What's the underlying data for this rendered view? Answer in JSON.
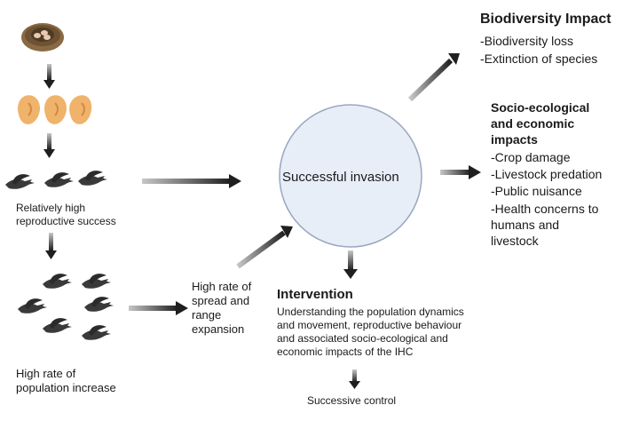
{
  "left_column": {
    "stage_reproduction_label": "Relatively high\nreproductive success",
    "stage_population_label": "High rate of\npopulation increase"
  },
  "middle": {
    "spread_label": "High rate of\nspread and\nrange\nexpansion",
    "invasion_label": "Successful invasion"
  },
  "intervention": {
    "title": "Intervention",
    "body": "Understanding the population dynamics\nand movement, reproductive behaviour\nand  associated socio-ecological and\neconomic impacts  of the IHC",
    "outcome": "Successive control"
  },
  "biodiversity": {
    "title": "Biodiversity Impact",
    "items": [
      "-Biodiversity loss",
      "-Extinction of species"
    ]
  },
  "socio": {
    "title": "Socio-ecological\nand economic\nimpacts",
    "items": [
      "-Crop damage",
      "-Livestock predation",
      "-Public nuisance",
      "-Health concerns to\nhumans and\nlivestock"
    ]
  },
  "colors": {
    "circle_fill": "#e8eef8",
    "circle_stroke": "#9aa7bf",
    "arrow": "#1f1f1f",
    "nest": "#8a6a44",
    "egg": "#e7c9b3",
    "embryo": "#f0b36b",
    "bird": "#3a3a3a"
  },
  "icons": [
    "nest-icon",
    "embryo-icon",
    "bird-icon"
  ]
}
